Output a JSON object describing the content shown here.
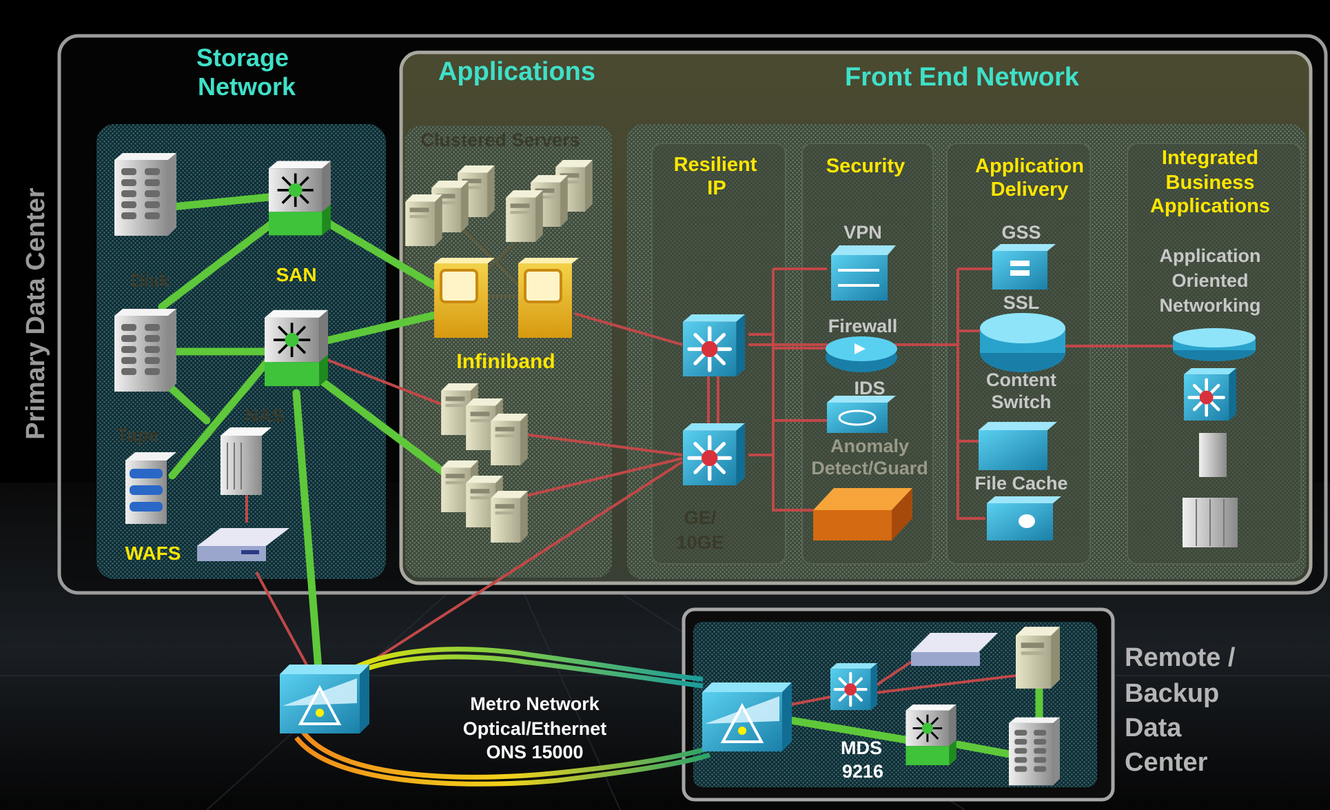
{
  "titles": {
    "primary_dc": "Primary Data Center",
    "storage_network_1": "Storage",
    "storage_network_2": "Network",
    "applications": "Applications",
    "front_end_network": "Front End Network",
    "remote_1": "Remote /",
    "remote_2": "Backup",
    "remote_3": "Data",
    "remote_4": "Center"
  },
  "storage": {
    "disk": "Disk",
    "san": "SAN",
    "tape": "Tape",
    "nas": "NAS",
    "wafs": "WAFS"
  },
  "apps": {
    "clustered_servers": "Clustered Servers",
    "infiniband": "Infiniband"
  },
  "columns": {
    "resilient_ip_1": "Resilient",
    "resilient_ip_2": "IP",
    "ge_1": "GE/",
    "ge_2": "10GE",
    "security": "Security",
    "vpn": "VPN",
    "firewall": "Firewall",
    "ids": "IDS",
    "anomaly_1": "Anomaly",
    "anomaly_2": "Detect/Guard",
    "app_delivery_1": "Application",
    "app_delivery_2": "Delivery",
    "gss": "GSS",
    "ssl": "SSL",
    "content_switch_1": "Content",
    "content_switch_2": "Switch",
    "file_cache": "File Cache",
    "iba_1": "Integrated",
    "iba_2": "Business",
    "iba_3": "Applications",
    "aon_1": "Application",
    "aon_2": "Oriented",
    "aon_3": "Networking"
  },
  "metro": {
    "line1": "Metro Network",
    "line2": "Optical/Ethernet",
    "line3": "ONS 15000"
  },
  "remote": {
    "mds_1": "MDS",
    "mds_2": "9216"
  },
  "colors": {
    "cyan_title": "#3fe0c8",
    "yellow_label": "#ffe600",
    "grey_label": "#b5b5b5",
    "green_link": "#5ec83a",
    "red_link": "#c04848",
    "device_blue": "#2aa3cc"
  }
}
